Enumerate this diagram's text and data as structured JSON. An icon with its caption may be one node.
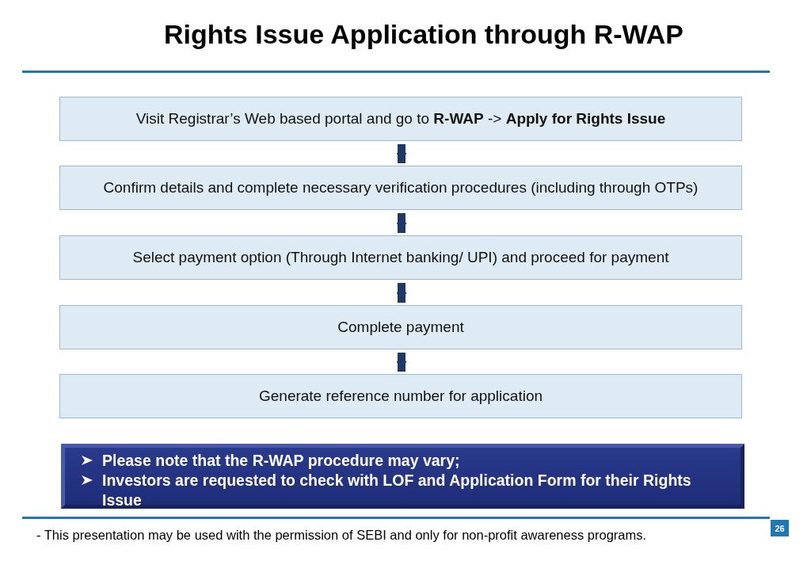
{
  "diagram": {
    "title": "Rights Issue Application through R-WAP",
    "nodes": [
      {
        "text": [
          "Visit Registrar’s Web based portal and go to **R-WAP** -> **Apply for Rights Issue**"
        ]
      },
      {
        "text": [
          "Confirm details and complete necessary verification procedures (including through OTPs)"
        ]
      },
      {
        "text": [
          "Select payment option (Through Internet banking/ UPI) and proceed for payment"
        ]
      },
      {
        "text": [
          "Complete payment"
        ]
      },
      {
        "text": [
          "Generate reference number for application"
        ]
      },
      {
        "text": [
          "Please note that the R-WAP procedure may vary;",
          "Investors are requested to check with LOF and Application Form for their Rights Issue"
        ]
      }
    ],
    "edges": [
      {
        "from": 0,
        "to": 1,
        "arrow": "to"
      },
      {
        "from": 1,
        "to": 2,
        "arrow": "to"
      },
      {
        "from": 2,
        "to": 3,
        "arrow": "to"
      },
      {
        "from": 3,
        "to": 4,
        "arrow": "to"
      }
    ],
    "labels": [
      "26",
      "- This presentation may be used with the permission of SEBI and only for non-profit awareness programs."
    ]
  }
}
